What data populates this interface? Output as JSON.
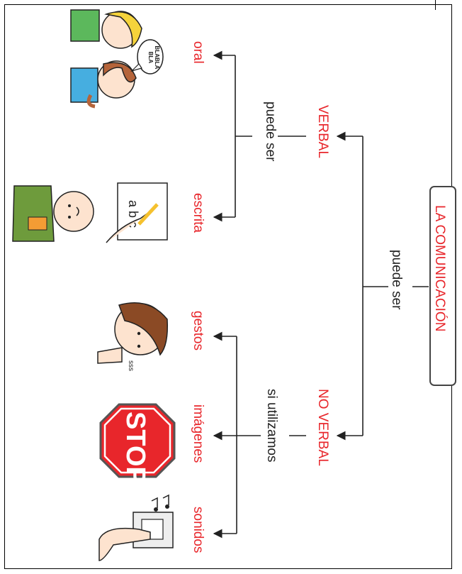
{
  "root": {
    "label": "LA COMUNICACIÓN"
  },
  "connectors": {
    "root_link": "puede ser",
    "verbal_link": "puede ser",
    "noverbal_link": "si utilizamos"
  },
  "branches": {
    "verbal": {
      "label": "VERBAL",
      "children": [
        "oral",
        "escrita"
      ]
    },
    "noverbal": {
      "label": "NO VERBAL",
      "children": [
        "gestos",
        "imágenes",
        "sonidos"
      ]
    }
  },
  "pictograms": {
    "oral_speech_bubble": "BLABLA BLA",
    "gestos_whisper": "sss",
    "stop_sign": "STOP"
  },
  "colors": {
    "accent": "#e8262b",
    "line": "#222222"
  }
}
